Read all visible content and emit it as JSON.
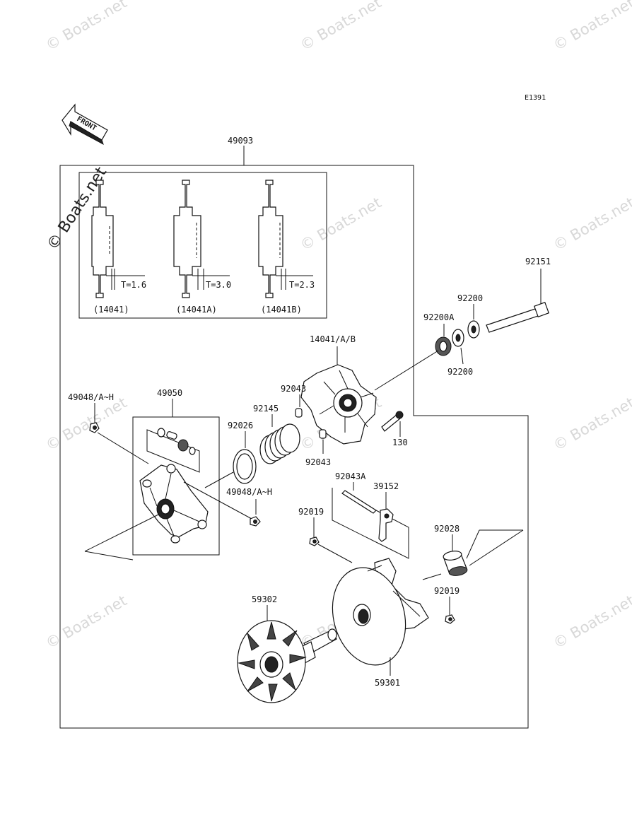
{
  "diagram_code": "E1391",
  "front_label": "FRONT",
  "watermark": "© Boats.net",
  "callouts": {
    "p49093": "49093",
    "p92151": "92151",
    "p92200_top": "92200",
    "p92200a": "92200A",
    "p92200_bottom": "92200",
    "p14041ab": "14041/A/B",
    "p92043_top": "92043",
    "p92145": "92145",
    "p92026": "92026",
    "p49050": "49050",
    "p49048_top": "49048/A~H",
    "p130": "130",
    "p92043_bottom": "92043",
    "p92043a": "92043A",
    "p39152": "39152",
    "p49048_bottom": "49048/A~H",
    "p92019_left": "92019",
    "p92028": "92028",
    "p92019_right": "92019",
    "p59302": "59302",
    "p59301": "59301"
  },
  "inset": {
    "profiles": [
      {
        "thickness": "T=1.6",
        "part": "(14041)"
      },
      {
        "thickness": "T=3.0",
        "part": "(14041A)"
      },
      {
        "thickness": "T=2.3",
        "part": "(14041B)"
      }
    ]
  }
}
